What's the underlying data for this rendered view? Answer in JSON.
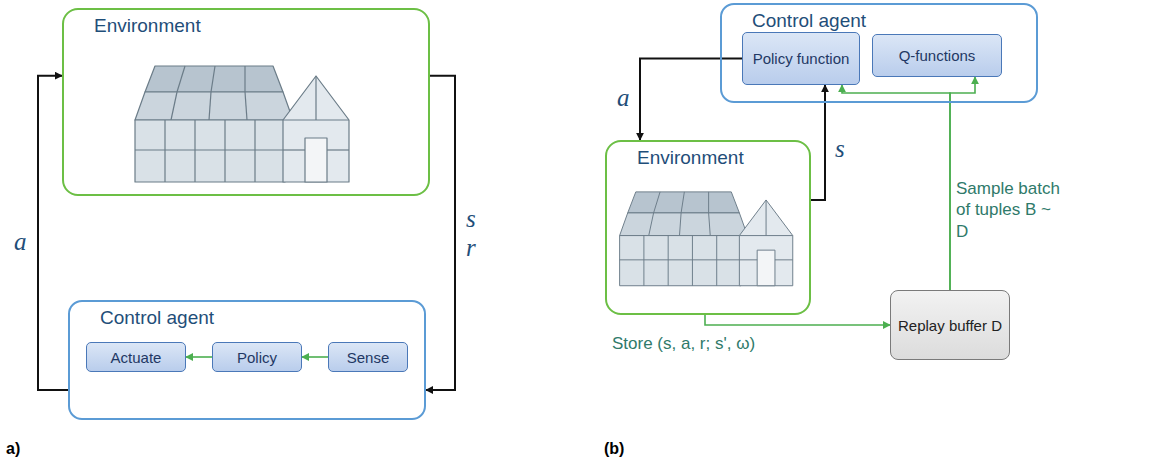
{
  "diagram": {
    "nodes": [
      {
        "text": [
          "Environment"
        ]
      },
      {
        "text": [
          "Control agent"
        ]
      },
      {
        "text": [
          "Actuate"
        ],
        "in": 1
      },
      {
        "text": [
          "Policy"
        ],
        "in": 1
      },
      {
        "text": [
          "Sense"
        ],
        "in": 1
      },
      {
        "text": [
          "Control agent"
        ]
      },
      {
        "text": [
          "Policy function"
        ],
        "in": 5
      },
      {
        "text": [
          "Q-functions"
        ],
        "in": 5
      },
      {
        "text": [
          "Environment"
        ]
      },
      {
        "text": [
          "Replay buffer D"
        ]
      }
    ],
    "edges": [
      {
        "from": 4,
        "to": 3,
        "arrow": "to"
      },
      {
        "from": 3,
        "to": 2,
        "arrow": "to"
      },
      {
        "from": 1,
        "to": 0,
        "label": "a",
        "arrow": "to"
      },
      {
        "from": 0,
        "to": 1,
        "label": "s r",
        "arrow": "to"
      },
      {
        "from": 6,
        "to": 8,
        "label": "a",
        "arrow": "to"
      },
      {
        "from": 8,
        "to": 6,
        "label": "s",
        "arrow": "to"
      },
      {
        "from": 8,
        "to": 9,
        "label": "Store (s, a, r; s', ω)",
        "arrow": "to"
      },
      {
        "from": 9,
        "to": 6,
        "label": "Sample batch of tuples B ~ D",
        "arrow": "to"
      },
      {
        "from": 9,
        "to": 7,
        "arrow": "to"
      }
    ],
    "labels": [
      "a)",
      "(b)"
    ]
  }
}
